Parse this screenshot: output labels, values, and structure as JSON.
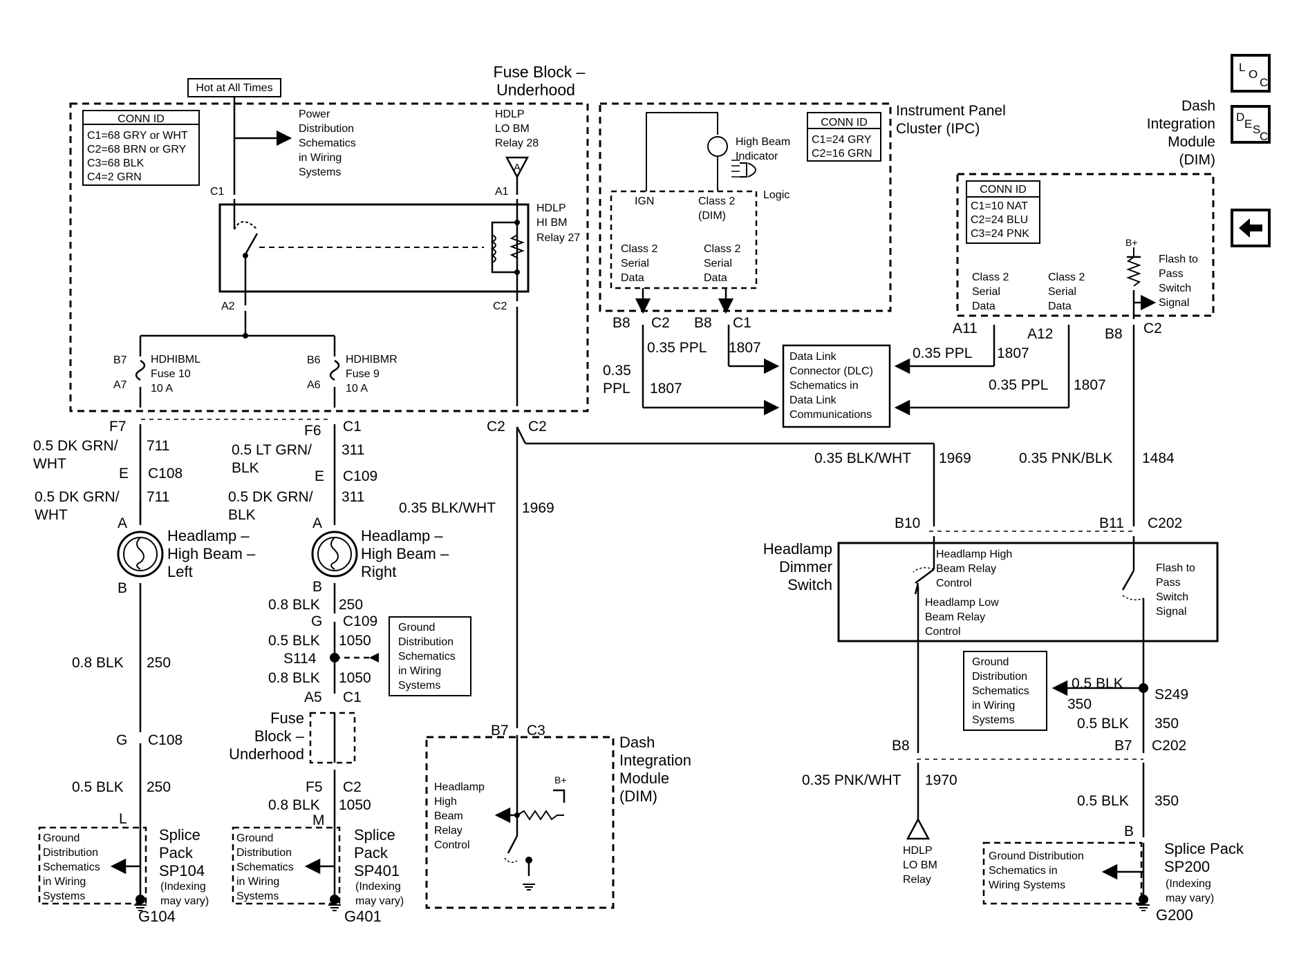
{
  "nav": {
    "loc": "LOC",
    "desc": "DESC",
    "back": "back-arrow"
  },
  "hot_label": "Hot at All Times",
  "fuse_block": {
    "title": "Fuse Block –",
    "title2": "Underhood",
    "conn_id_title": "CONN ID",
    "conn_ids": [
      "C1=68 GRY or WHT",
      "C2=68 BRN or GRY",
      "C3=68 BLK",
      "C4=2 GRN"
    ],
    "power_dist": [
      "Power",
      "Distribution",
      "Schematics",
      "in Wiring",
      "Systems"
    ],
    "lo_relay": [
      "HDLP",
      "LO BM",
      "Relay 28"
    ],
    "hi_relay": [
      "HDLP",
      "HI BM",
      "Relay 27"
    ],
    "fuse10": [
      "HDHIBML",
      "Fuse 10",
      "10 A"
    ],
    "fuse9": [
      "HDHIBMR",
      "Fuse 9",
      "10 A"
    ],
    "pins": {
      "c1": "C1",
      "a1": "A1",
      "a2": "A2",
      "c2": "C2",
      "b7": "B7",
      "a7": "A7",
      "b6": "B6",
      "a6": "A6",
      "A": "A"
    }
  },
  "ipc": {
    "title": [
      "Instrument Panel",
      "Cluster (IPC)"
    ],
    "conn_id_title": "CONN ID",
    "conn_ids": [
      "C1=24 GRY",
      "C2=16 GRN"
    ],
    "high_beam": [
      "High Beam",
      "Indicator"
    ],
    "logic": "Logic",
    "ign": "IGN",
    "class2_dim": [
      "Class 2",
      "(DIM)"
    ],
    "serial_a": [
      "Class 2",
      "Serial",
      "Data"
    ],
    "serial_b": [
      "Class 2",
      "Serial",
      "Data"
    ]
  },
  "dim_top": {
    "title": [
      "Dash",
      "Integration",
      "Module",
      "(DIM)"
    ],
    "conn_id_title": "CONN ID",
    "conn_ids": [
      "C1=10 NAT",
      "C2=24 BLU",
      "C3=24 PNK"
    ],
    "serial_a": [
      "Class 2",
      "Serial",
      "Data"
    ],
    "serial_b": [
      "Class 2",
      "Serial",
      "Data"
    ],
    "bplus": "B+",
    "flash": [
      "Flash to",
      "Pass",
      "Switch",
      "Signal"
    ]
  },
  "dlc": [
    "Data Link",
    "Connector (DLC)",
    "Schematics in",
    "Data Link",
    "Communications"
  ],
  "wires": {
    "w_b8c2": "B8",
    "w_c2": "C2",
    "w_b8c1": "B8",
    "w_c1": "C1",
    "ppl_a": "0.35 PPL",
    "n1807a": "1807",
    "ppl_b1": "0.35",
    "ppl_b2": "PPL",
    "n1807b": "1807",
    "a11": "A11",
    "a12": "A12",
    "b8r": "B8",
    "c2r": "C2",
    "ppl_c": "0.35 PPL",
    "n1807c": "1807",
    "ppl_d": "0.35 PPL",
    "n1807d": "1807",
    "f7": "F7",
    "f6": "F6",
    "c1m": "C1",
    "c2l": "C2",
    "c2r2": "C2",
    "dkgrn1": [
      "0.5 DK GRN/",
      "WHT"
    ],
    "n711a": "711",
    "e108": "E",
    "c108": "C108",
    "dkgrn2": [
      "0.5 DK GRN/",
      "WHT"
    ],
    "n711b": "711",
    "ltgrn": [
      "0.5 LT GRN/",
      "BLK"
    ],
    "n311a": "311",
    "e109": "E",
    "c109": "C109",
    "dkgrn3": [
      "0.5 DK GRN/",
      "BLK"
    ],
    "n311b": "311",
    "bw_mid": "0.35 BLK/WHT",
    "n1969a": "1969",
    "bw_right": "0.35 BLK/WHT",
    "n1969b": "1969",
    "pnkblk": "0.35 PNK/BLK",
    "n1484": "1484",
    "b10": "B10",
    "b11": "B11",
    "c202": "C202",
    "a_left": "A",
    "a_mid": "A",
    "b_left": "B",
    "b_mid": "B",
    "blk08a": "0.8 BLK",
    "n250a": "250",
    "g109": "G",
    "c109b": "C109",
    "blk05a": "0.5 BLK",
    "n1050a": "1050",
    "s114": "S114",
    "blk08b": "0.8 BLK",
    "n1050b": "1050",
    "a5": "A5",
    "c1b": "C1",
    "blk08c": "0.8 BLK",
    "n250b": "250",
    "g108": "G",
    "c108b": "C108",
    "blk05b": "0.5 BLK",
    "n250c": "250",
    "L": "L",
    "f5": "F5",
    "c2b": "C2",
    "blk08d": "0.8 BLK",
    "n1050c": "1050",
    "M": "M",
    "b7": "B7",
    "c3": "C3",
    "blk05c": "0.5 BLK",
    "s249": "S249",
    "n350a": "350",
    "blk05d": "0.5 BLK",
    "n350b": "350",
    "b8b": "B8",
    "b7r": "B7",
    "c202b": "C202",
    "pnkwht": "0.35 PNK/WHT",
    "n1970": "1970",
    "blk05e": "0.5 BLK",
    "n350c": "350",
    "B": "B"
  },
  "headlamp_left": [
    "Headlamp –",
    "High Beam –",
    "Left"
  ],
  "headlamp_right": [
    "Headlamp –",
    "High Beam –",
    "Right"
  ],
  "ground_mid": [
    "Ground",
    "Distribution",
    "Schematics",
    "in Wiring",
    "Systems"
  ],
  "fuse_block_small": [
    "Fuse",
    "Block –",
    "Underhood"
  ],
  "dimmer": {
    "title": [
      "Headlamp",
      "Dimmer",
      "Switch"
    ],
    "hi_ctrl": [
      "Headlamp High",
      "Beam Relay",
      "Control"
    ],
    "lo_ctrl": [
      "Headlamp Low",
      "Beam Relay",
      "Control"
    ],
    "flash": [
      "Flash to",
      "Pass",
      "Switch",
      "Signal"
    ]
  },
  "ground_right": [
    "Ground",
    "Distribution",
    "Schematics",
    "in Wiring",
    "Systems"
  ],
  "lo_relay_bottom": [
    "HDLP",
    "LO BM",
    "Relay"
  ],
  "dim_bottom": {
    "title": [
      "Dash",
      "Integration",
      "Module",
      "(DIM)"
    ],
    "ctrl": [
      "Headlamp",
      "High",
      "Beam",
      "Relay",
      "Control"
    ],
    "bplus": "B+"
  },
  "splice_left": {
    "ground": [
      "Ground",
      "Distribution",
      "Schematics",
      "in Wiring",
      "Systems"
    ],
    "title": [
      "Splice",
      "Pack",
      "SP104"
    ],
    "note": [
      "(Indexing",
      "may vary)"
    ],
    "g": "G104"
  },
  "splice_mid": {
    "ground": [
      "Ground",
      "Distribution",
      "Schematics",
      "in Wiring",
      "Systems"
    ],
    "title": [
      "Splice",
      "Pack",
      "SP401"
    ],
    "note": [
      "(Indexing",
      "may vary)"
    ],
    "g": "G401"
  },
  "splice_right": {
    "ground": [
      "Ground Distribution",
      "Schematics in",
      "Wiring Systems"
    ],
    "title": [
      "Splice Pack",
      "SP200"
    ],
    "note": [
      "(Indexing",
      "may vary)"
    ],
    "g": "G200"
  }
}
